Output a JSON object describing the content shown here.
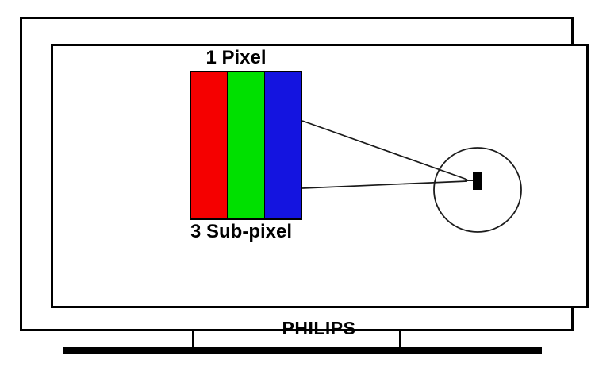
{
  "scene": {
    "background_color": "#ffffff",
    "outline_color": "#000000"
  },
  "monitor": {
    "brand_label": "PHILIPS"
  },
  "pixel_diagram": {
    "pixel_label": "1 Pixel",
    "subpixel_label": "3 Sub-pixel",
    "subpixels": [
      {
        "name": "red",
        "color": "#f50000"
      },
      {
        "name": "green",
        "color": "#00e000"
      },
      {
        "name": "blue",
        "color": "#1414e0"
      }
    ],
    "perceived_pixel_color": "#000000"
  }
}
